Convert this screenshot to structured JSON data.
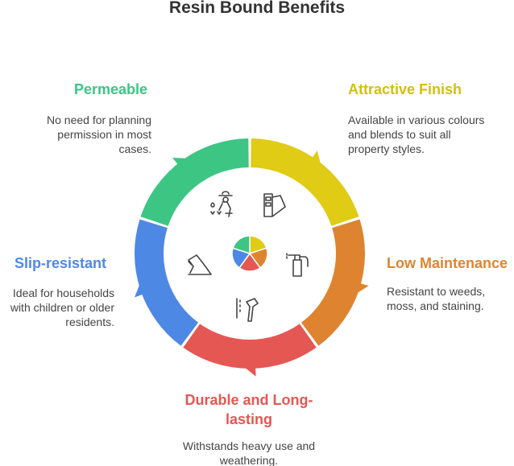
{
  "title": "Resin Bound Benefits",
  "benefits": [
    {
      "title": "Attractive Finish",
      "desc": "Available in various colours and blends to suit all property styles.",
      "color": "#E0CB15",
      "icon": "color-swatch-icon"
    },
    {
      "title": "Low Maintenance",
      "desc": "Resistant to weeds, moss, and staining.",
      "color": "#DE8431",
      "icon": "spray-bottle-icon"
    },
    {
      "title": "Durable and Long-lasting",
      "desc": "Withstands heavy use and weathering.",
      "color": "#E55753",
      "icon": "hammer-icon"
    },
    {
      "title": "Slip-resistant",
      "desc": "Ideal for households with children or older residents.",
      "color": "#4E88E5",
      "icon": "shoe-icon"
    },
    {
      "title": "Permeable",
      "desc": "No need for planning permission in most cases.",
      "color": "#3DC584",
      "icon": "gardener-icon"
    }
  ]
}
